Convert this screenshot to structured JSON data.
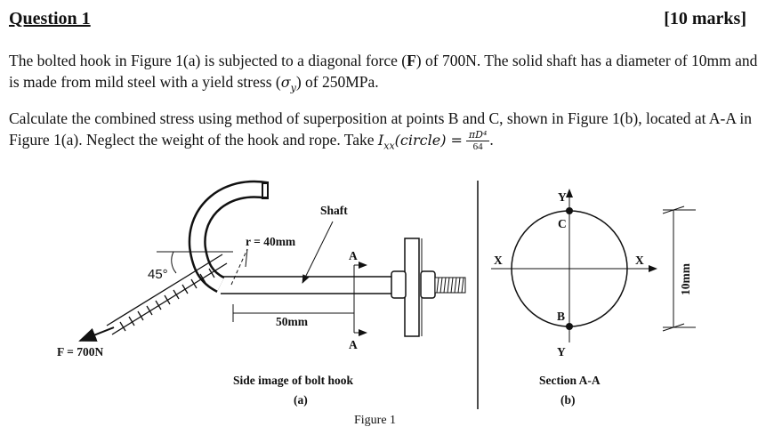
{
  "header": {
    "title": "Question 1",
    "marks": "[10 marks]"
  },
  "paragraph1": {
    "part1": "The bolted hook in Figure 1(a) is subjected to a diagonal force (",
    "force_symbol": "F",
    "part2": ") of 700N. The solid shaft has a diameter of 10mm and is made from mild steel with a yield stress (",
    "stress_symbol": "σ",
    "stress_sub": "y",
    "part3": ") of 250MPa."
  },
  "paragraph2": {
    "text": "Calculate the combined stress using method of superposition at points B and C, shown in Figure 1(b), located at A-A in Figure 1(a). Neglect the weight of the hook and rope. Take ",
    "formula_lhs": "I",
    "formula_sub": "xx",
    "formula_arg": "(circle) =",
    "formula_num": "πD⁴",
    "formula_den": "64",
    "end": "."
  },
  "figure_a": {
    "angle_label": "45°",
    "radius_label": "r = 40mm",
    "shaft_label": "Shaft",
    "length_label": "50mm",
    "section_label_top": "A",
    "section_label_bottom": "A",
    "force_label": "F = 700N",
    "caption": "Side image of bolt hook",
    "sub_caption": "(a)"
  },
  "figure_b": {
    "x_left": "X",
    "x_right": "X",
    "y_top": "Y",
    "y_bottom": "Y",
    "point_c": "C",
    "point_b": "B",
    "diameter_label": "10mm",
    "caption": "Section A-A",
    "sub_caption": "(b)"
  },
  "figure_caption": "Figure 1",
  "colors": {
    "ink": "#111111",
    "background": "#ffffff"
  }
}
